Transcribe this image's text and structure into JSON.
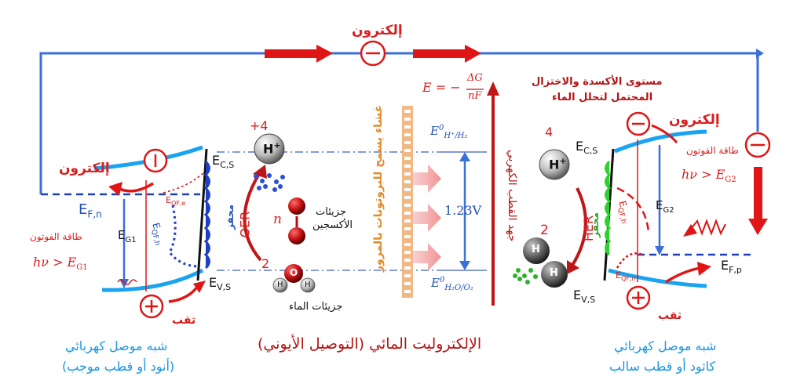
{
  "colors": {
    "circuit": "#3a6fd8",
    "arrow": "#e01515",
    "band": "#1aa3f0",
    "fermi_dash": "#1f3fb5",
    "catalyst_left": "#1f3fc4",
    "catalyst_right": "#2bd32b",
    "membrane": "#f0b884",
    "potential": "#c0161a",
    "axis": "#3a5fc0"
  },
  "circuit": {
    "label": "إلكترون"
  },
  "anode": {
    "electron_label": "إلكترون",
    "ec": "E",
    "ec_sub": "C,S",
    "ev": "E",
    "ev_sub": "V,S",
    "ef": "E",
    "ef_sub": "F,n",
    "eqf_e": "E",
    "eqf_e_sub": "QF,e",
    "eqf_h": "E",
    "eqf_h_sub": "QF,h",
    "eg": "E",
    "eg_sub": "G1",
    "photon_label": "طاقة الفوتون",
    "photon_eq": "hν > E",
    "photon_eq_sub": "G1",
    "hole_label": "ثقب",
    "catalyst_label": "محفز",
    "caption_1": "شبه موصل كهربائي",
    "caption_2": "(أنود أو قطب موجب)"
  },
  "cathode": {
    "electron_label": "إلكترون",
    "ec": "E",
    "ec_sub": "C,S",
    "ev": "E",
    "ev_sub": "V,S",
    "ef": "E",
    "ef_sub": "F,p",
    "eqf_e": "E",
    "eqf_e_sub": "QF,n",
    "eqf_h": "E",
    "eqf_h_sub": "QF,h",
    "eg": "E",
    "eg_sub": "G2",
    "photon_label": "طاقة الفوتون",
    "photon_eq": "hν > E",
    "photon_eq_sub": "G2",
    "hole_label": "ثقب",
    "catalyst_label": "محفز",
    "caption_1": "شبه موصل كهربائي",
    "caption_2": "كاثود أو قطب سالب"
  },
  "oer": {
    "label": "OER",
    "proton_count": "+4",
    "water_count": "2",
    "oxygen_count": "n",
    "oxygen_label_1": "جزيئات",
    "oxygen_label_2": "الأكسجين",
    "water_label": "جزيئات الماء",
    "h_plus": "H",
    "o_letter": "O",
    "h_letter": "H"
  },
  "her": {
    "label": "HER",
    "proton_count": "4",
    "h2_count": "2",
    "h_plus": "H",
    "h_letter": "H"
  },
  "membrane": {
    "label": "غشاء يسمح للبروتونات بالمرور"
  },
  "electrolyte": {
    "label": "الإلكتروليت المائي (التوصيل الأيوني)"
  },
  "potential": {
    "axis_label": "جهد القطب الكهربي",
    "equation_lhs": "E = −",
    "equation_num": "ΔG",
    "equation_den": "nF",
    "title_1": "مستوى الأكسدة والاختزال",
    "title_2": "المحتمل لتحلل الماء",
    "e_top": "E",
    "e_top_sup": "0",
    "e_top_sub": "H⁺/H₂",
    "e_bot": "E",
    "e_bot_sup": "0",
    "e_bot_sub": "H₂O/O₂",
    "gap": "1.23V"
  }
}
